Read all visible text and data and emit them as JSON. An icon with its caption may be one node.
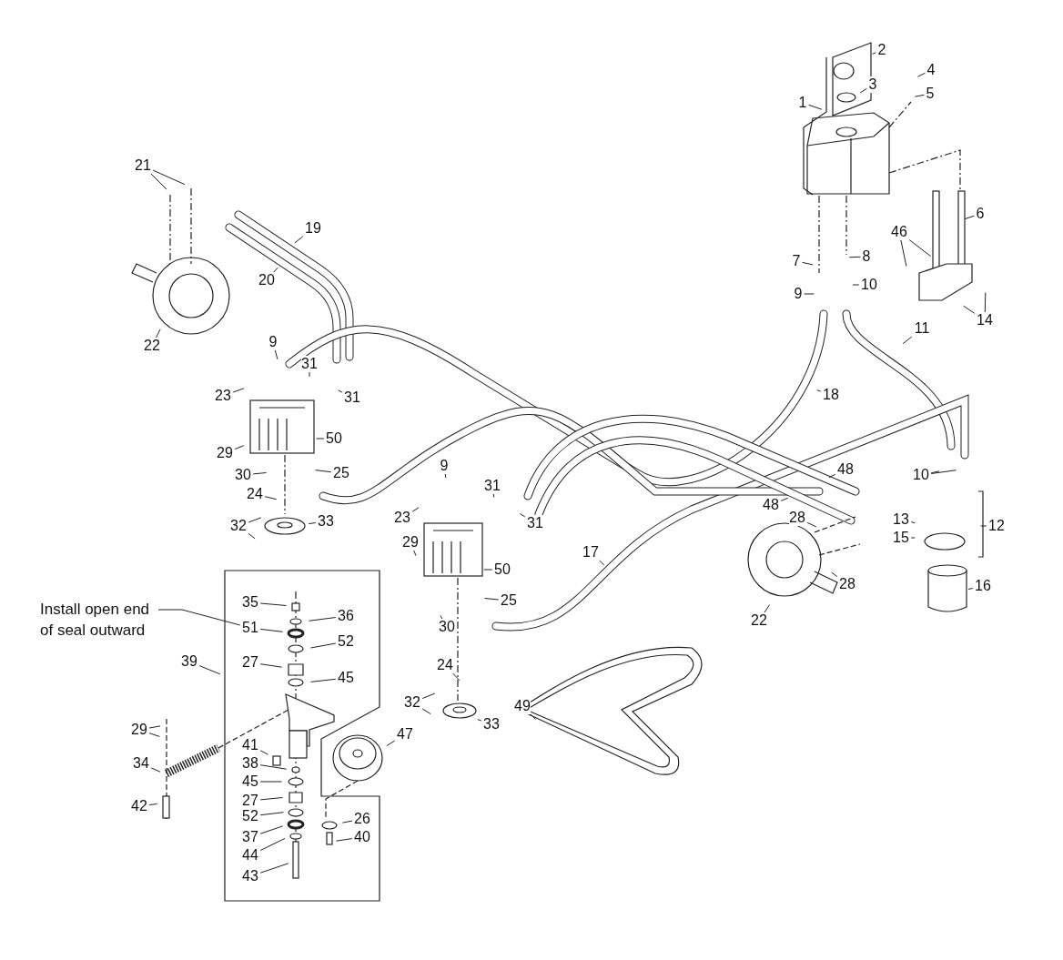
{
  "diagram": {
    "nodes": [
      {
        "text": [
          "1"
        ]
      },
      {
        "text": [
          "2"
        ]
      },
      {
        "text": [
          "3"
        ]
      },
      {
        "text": [
          "4"
        ]
      },
      {
        "text": [
          "5"
        ]
      },
      {
        "text": [
          "21"
        ]
      },
      {
        "text": [
          "19"
        ]
      },
      {
        "text": [
          "6"
        ]
      },
      {
        "text": [
          "46"
        ]
      },
      {
        "text": [
          "7"
        ]
      },
      {
        "text": [
          "8"
        ]
      },
      {
        "text": [
          "20"
        ]
      },
      {
        "text": [
          "9"
        ]
      },
      {
        "text": [
          "10"
        ]
      },
      {
        "text": [
          "14"
        ]
      },
      {
        "text": [
          "11"
        ]
      },
      {
        "text": [
          "22"
        ]
      },
      {
        "text": [
          "9"
        ]
      },
      {
        "text": [
          "31"
        ]
      },
      {
        "text": [
          "23"
        ]
      },
      {
        "text": [
          "31"
        ]
      },
      {
        "text": [
          "18"
        ]
      },
      {
        "text": [
          "50"
        ]
      },
      {
        "text": [
          "29"
        ]
      },
      {
        "text": [
          "9"
        ]
      },
      {
        "text": [
          "48"
        ]
      },
      {
        "text": [
          "25"
        ]
      },
      {
        "text": [
          "30"
        ]
      },
      {
        "text": [
          "10"
        ]
      },
      {
        "text": [
          "31"
        ]
      },
      {
        "text": [
          "24"
        ]
      },
      {
        "text": [
          "48"
        ]
      },
      {
        "text": [
          "23"
        ]
      },
      {
        "text": [
          "28"
        ]
      },
      {
        "text": [
          "13"
        ]
      },
      {
        "text": [
          "31"
        ]
      },
      {
        "text": [
          "32"
        ]
      },
      {
        "text": [
          "33"
        ]
      },
      {
        "text": [
          "12"
        ]
      },
      {
        "text": [
          "15"
        ]
      },
      {
        "text": [
          "29"
        ]
      },
      {
        "text": [
          "17"
        ]
      },
      {
        "text": [
          "50"
        ]
      },
      {
        "text": [
          "28"
        ]
      },
      {
        "text": [
          "16"
        ]
      },
      {
        "text": [
          "Install open end of seal outward"
        ]
      },
      {
        "text": [
          "35"
        ]
      },
      {
        "text": [
          "36"
        ]
      },
      {
        "text": [
          "25"
        ]
      },
      {
        "text": [
          "22"
        ]
      },
      {
        "text": [
          "30"
        ]
      },
      {
        "text": [
          "51"
        ]
      },
      {
        "text": [
          "52"
        ]
      },
      {
        "text": [
          "47"
        ]
      },
      {
        "text": [
          "27"
        ]
      },
      {
        "text": [
          "39"
        ]
      },
      {
        "text": [
          "24"
        ]
      },
      {
        "text": [
          "45"
        ]
      },
      {
        "text": [
          "32"
        ]
      },
      {
        "text": [
          "49"
        ]
      },
      {
        "text": [
          "33"
        ]
      },
      {
        "text": [
          "29"
        ]
      },
      {
        "text": [
          "41"
        ]
      },
      {
        "text": [
          "38"
        ]
      },
      {
        "text": [
          "34"
        ]
      },
      {
        "text": [
          "45"
        ]
      },
      {
        "text": [
          "27"
        ]
      },
      {
        "text": [
          "42"
        ]
      },
      {
        "text": [
          "26"
        ]
      },
      {
        "text": [
          "52"
        ]
      },
      {
        "text": [
          "37"
        ]
      },
      {
        "text": [
          "40"
        ]
      },
      {
        "text": [
          "44"
        ]
      },
      {
        "text": [
          "43"
        ]
      }
    ],
    "edges": [
      {
        "from": 0,
        "to": null,
        "arrow": "none"
      },
      {
        "from": 1,
        "to": null,
        "arrow": "none"
      },
      {
        "from": 2,
        "to": null,
        "arrow": "none"
      },
      {
        "from": 3,
        "to": null,
        "arrow": "none"
      },
      {
        "from": 4,
        "to": null,
        "arrow": "none"
      },
      {
        "from": 5,
        "to": null,
        "arrow": "none"
      },
      {
        "from": 5,
        "to": null,
        "arrow": "none"
      },
      {
        "from": 6,
        "to": null,
        "arrow": "none"
      },
      {
        "from": 7,
        "to": null,
        "arrow": "none"
      },
      {
        "from": 8,
        "to": null,
        "arrow": "none"
      },
      {
        "from": 8,
        "to": null,
        "arrow": "none"
      },
      {
        "from": 9,
        "to": null,
        "arrow": "none"
      },
      {
        "from": 10,
        "to": null,
        "arrow": "none"
      },
      {
        "from": 11,
        "to": null,
        "arrow": "none"
      },
      {
        "from": 12,
        "to": null,
        "arrow": "none"
      },
      {
        "from": 13,
        "to": null,
        "arrow": "none"
      },
      {
        "from": 14,
        "to": null,
        "arrow": "none"
      },
      {
        "from": 14,
        "to": null,
        "arrow": "none"
      },
      {
        "from": 15,
        "to": null,
        "arrow": "none"
      },
      {
        "from": 16,
        "to": null,
        "arrow": "none"
      },
      {
        "from": 17,
        "to": null,
        "arrow": "none"
      },
      {
        "from": 18,
        "to": null,
        "arrow": "none"
      },
      {
        "from": 19,
        "to": null,
        "arrow": "none"
      },
      {
        "from": 20,
        "to": null,
        "arrow": "none"
      },
      {
        "from": 21,
        "to": null,
        "arrow": "none"
      },
      {
        "from": 22,
        "to": null,
        "arrow": "none"
      },
      {
        "from": 23,
        "to": null,
        "arrow": "none"
      },
      {
        "from": 24,
        "to": null,
        "arrow": "none"
      },
      {
        "from": 25,
        "to": null,
        "arrow": "none"
      },
      {
        "from": 26,
        "to": null,
        "arrow": "none"
      },
      {
        "from": 27,
        "to": null,
        "arrow": "none"
      },
      {
        "from": 28,
        "to": null,
        "arrow": "none"
      },
      {
        "from": 28,
        "to": null,
        "arrow": "none"
      },
      {
        "from": 29,
        "to": null,
        "arrow": "none"
      },
      {
        "from": 30,
        "to": null,
        "arrow": "none"
      },
      {
        "from": 31,
        "to": null,
        "arrow": "none"
      },
      {
        "from": 32,
        "to": null,
        "arrow": "none"
      },
      {
        "from": 33,
        "to": null,
        "arrow": "none"
      },
      {
        "from": 34,
        "to": null,
        "arrow": "none"
      },
      {
        "from": 35,
        "to": null,
        "arrow": "none"
      },
      {
        "from": 36,
        "to": null,
        "arrow": "none"
      },
      {
        "from": 36,
        "to": null,
        "arrow": "none"
      },
      {
        "from": 37,
        "to": null,
        "arrow": "none"
      },
      {
        "from": 38,
        "to": null,
        "arrow": "none"
      },
      {
        "from": 39,
        "to": null,
        "arrow": "none"
      },
      {
        "from": 40,
        "to": null,
        "arrow": "none"
      },
      {
        "from": 41,
        "to": null,
        "arrow": "none"
      },
      {
        "from": 42,
        "to": null,
        "arrow": "none"
      },
      {
        "from": 43,
        "to": null,
        "arrow": "none"
      },
      {
        "from": 44,
        "to": null,
        "arrow": "none"
      },
      {
        "from": 45,
        "to": 51,
        "arrow": "none"
      },
      {
        "from": 46,
        "to": null,
        "arrow": "none"
      },
      {
        "from": 47,
        "to": null,
        "arrow": "none"
      },
      {
        "from": 48,
        "to": null,
        "arrow": "none"
      },
      {
        "from": 49,
        "to": null,
        "arrow": "none"
      },
      {
        "from": 50,
        "to": null,
        "arrow": "none"
      },
      {
        "from": 51,
        "to": null,
        "arrow": "none"
      },
      {
        "from": 52,
        "to": null,
        "arrow": "none"
      },
      {
        "from": 53,
        "to": null,
        "arrow": "none"
      },
      {
        "from": 54,
        "to": null,
        "arrow": "none"
      },
      {
        "from": 55,
        "to": null,
        "arrow": "none"
      },
      {
        "from": 56,
        "to": null,
        "arrow": "none"
      },
      {
        "from": 57,
        "to": null,
        "arrow": "none"
      },
      {
        "from": 58,
        "to": null,
        "arrow": "none"
      },
      {
        "from": 58,
        "to": null,
        "arrow": "none"
      },
      {
        "from": 59,
        "to": null,
        "arrow": "none"
      },
      {
        "from": 60,
        "to": null,
        "arrow": "none"
      },
      {
        "from": 61,
        "to": null,
        "arrow": "none"
      },
      {
        "from": 61,
        "to": null,
        "arrow": "none"
      },
      {
        "from": 62,
        "to": null,
        "arrow": "none"
      },
      {
        "from": 63,
        "to": null,
        "arrow": "none"
      },
      {
        "from": 64,
        "to": null,
        "arrow": "none"
      },
      {
        "from": 65,
        "to": null,
        "arrow": "none"
      },
      {
        "from": 66,
        "to": null,
        "arrow": "none"
      },
      {
        "from": 67,
        "to": null,
        "arrow": "none"
      },
      {
        "from": 68,
        "to": null,
        "arrow": "none"
      },
      {
        "from": 69,
        "to": null,
        "arrow": "none"
      },
      {
        "from": 70,
        "to": null,
        "arrow": "none"
      },
      {
        "from": 71,
        "to": null,
        "arrow": "none"
      },
      {
        "from": 72,
        "to": null,
        "arrow": "none"
      },
      {
        "from": 73,
        "to": null,
        "arrow": "none"
      }
    ]
  }
}
